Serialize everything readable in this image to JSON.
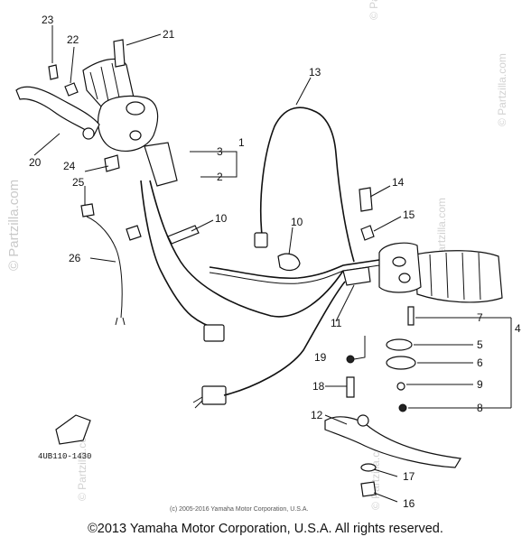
{
  "callouts": {
    "c1": "1",
    "c2": "2",
    "c3": "3",
    "c4": "4",
    "c5": "5",
    "c6": "6",
    "c7": "7",
    "c8": "8",
    "c9": "9",
    "c10a": "10",
    "c10b": "10",
    "c11": "11",
    "c12": "12",
    "c13": "13",
    "c14": "14",
    "c15": "15",
    "c16": "16",
    "c17": "17",
    "c18": "18",
    "c19": "19",
    "c20": "20",
    "c21": "21",
    "c22": "22",
    "c23": "23",
    "c24": "24",
    "c25": "25",
    "c26": "26"
  },
  "part_code": "4UB110-1430",
  "inner_copyright": "(c) 2005-2016 Yamaha Motor Corporation, U.S.A.",
  "footer_copyright": "©2013 Yamaha Motor Corporation, U.S.A. All rights reserved.",
  "watermark": "© Partzilla.com",
  "colors": {
    "ink": "#111111",
    "watermark": "#c9c9c9",
    "background": "#ffffff"
  }
}
